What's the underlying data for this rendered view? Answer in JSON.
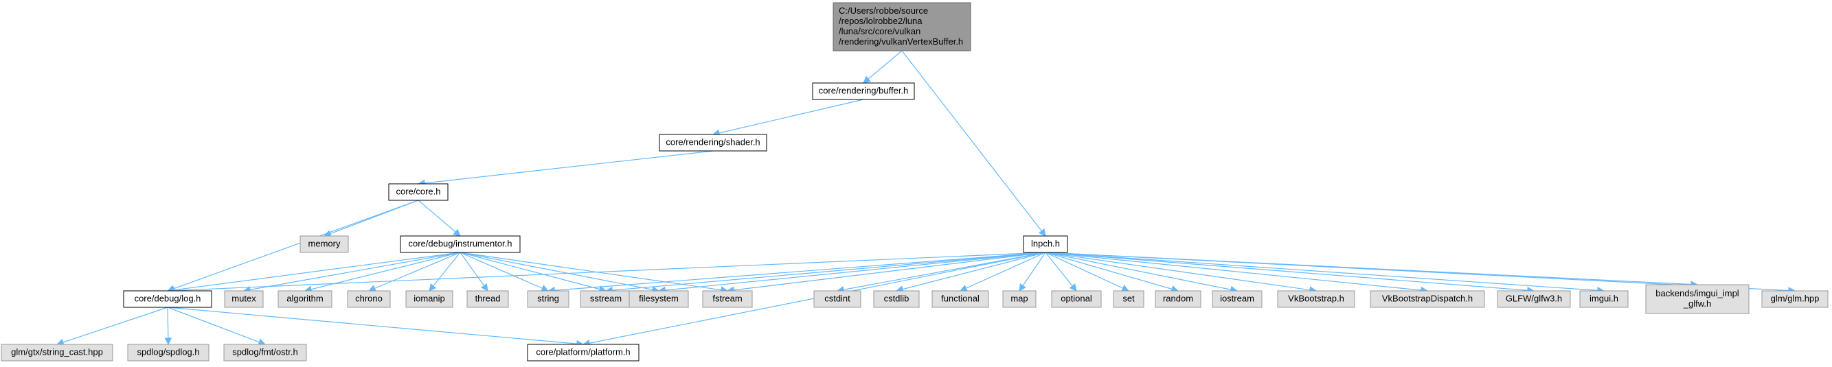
{
  "nodes": [
    {
      "id": "root",
      "kind": "root",
      "lines": [
        "C:/Users/robbe/source",
        "/repos/lolrobbe2/luna",
        "/luna/src/core/vulkan",
        "/rendering/vulkanVertexBuffer.h"
      ]
    },
    {
      "id": "buffer",
      "kind": "doc",
      "lines": [
        "core/rendering/buffer.h"
      ]
    },
    {
      "id": "shader",
      "kind": "doc",
      "lines": [
        "core/rendering/shader.h"
      ]
    },
    {
      "id": "core",
      "kind": "doc",
      "lines": [
        "core/core.h"
      ]
    },
    {
      "id": "memory",
      "kind": "ext",
      "lines": [
        "memory"
      ]
    },
    {
      "id": "instrumentor",
      "kind": "doc",
      "lines": [
        "core/debug/instrumentor.h"
      ]
    },
    {
      "id": "log",
      "kind": "doc",
      "lines": [
        "core/debug/log.h"
      ]
    },
    {
      "id": "lnpch",
      "kind": "doc",
      "lines": [
        "lnpch.h"
      ]
    },
    {
      "id": "mutex",
      "kind": "ext",
      "lines": [
        "mutex"
      ]
    },
    {
      "id": "algorithm",
      "kind": "ext",
      "lines": [
        "algorithm"
      ]
    },
    {
      "id": "chrono",
      "kind": "ext",
      "lines": [
        "chrono"
      ]
    },
    {
      "id": "iomanip",
      "kind": "ext",
      "lines": [
        "iomanip"
      ]
    },
    {
      "id": "thread",
      "kind": "ext",
      "lines": [
        "thread"
      ]
    },
    {
      "id": "string",
      "kind": "ext",
      "lines": [
        "string"
      ]
    },
    {
      "id": "sstream",
      "kind": "ext",
      "lines": [
        "sstream"
      ]
    },
    {
      "id": "filesystem",
      "kind": "ext",
      "lines": [
        "filesystem"
      ]
    },
    {
      "id": "fstream",
      "kind": "ext",
      "lines": [
        "fstream"
      ]
    },
    {
      "id": "cstdint",
      "kind": "ext",
      "lines": [
        "cstdint"
      ]
    },
    {
      "id": "cstdlib",
      "kind": "ext",
      "lines": [
        "cstdlib"
      ]
    },
    {
      "id": "functional",
      "kind": "ext",
      "lines": [
        "functional"
      ]
    },
    {
      "id": "map",
      "kind": "ext",
      "lines": [
        "map"
      ]
    },
    {
      "id": "optional",
      "kind": "ext",
      "lines": [
        "optional"
      ]
    },
    {
      "id": "set",
      "kind": "ext",
      "lines": [
        "set"
      ]
    },
    {
      "id": "random",
      "kind": "ext",
      "lines": [
        "random"
      ]
    },
    {
      "id": "iostream",
      "kind": "ext",
      "lines": [
        "iostream"
      ]
    },
    {
      "id": "vkbootstrap",
      "kind": "ext",
      "lines": [
        "VkBootstrap.h"
      ]
    },
    {
      "id": "vkbootstrapdispatch",
      "kind": "ext",
      "lines": [
        "VkBootstrapDispatch.h"
      ]
    },
    {
      "id": "glfw",
      "kind": "ext",
      "lines": [
        "GLFW/glfw3.h"
      ]
    },
    {
      "id": "imgui",
      "kind": "ext",
      "lines": [
        "imgui.h"
      ]
    },
    {
      "id": "imguiglfw",
      "kind": "ext",
      "lines": [
        "backends/imgui_impl",
        "_glfw.h"
      ]
    },
    {
      "id": "glm",
      "kind": "ext",
      "lines": [
        "glm/glm.hpp"
      ]
    },
    {
      "id": "stringcast",
      "kind": "ext",
      "lines": [
        "glm/gtx/string_cast.hpp"
      ]
    },
    {
      "id": "spdlog",
      "kind": "ext",
      "lines": [
        "spdlog/spdlog.h"
      ]
    },
    {
      "id": "ostr",
      "kind": "ext",
      "lines": [
        "spdlog/fmt/ostr.h"
      ]
    },
    {
      "id": "platform",
      "kind": "doc",
      "lines": [
        "core/platform/platform.h"
      ]
    }
  ],
  "edges": [
    [
      "root",
      "buffer"
    ],
    [
      "root",
      "lnpch"
    ],
    [
      "buffer",
      "shader"
    ],
    [
      "shader",
      "core"
    ],
    [
      "core",
      "memory"
    ],
    [
      "core",
      "instrumentor"
    ],
    [
      "core",
      "log"
    ],
    [
      "instrumentor",
      "log"
    ],
    [
      "instrumentor",
      "mutex"
    ],
    [
      "instrumentor",
      "algorithm"
    ],
    [
      "instrumentor",
      "chrono"
    ],
    [
      "instrumentor",
      "iomanip"
    ],
    [
      "instrumentor",
      "thread"
    ],
    [
      "instrumentor",
      "string"
    ],
    [
      "instrumentor",
      "sstream"
    ],
    [
      "instrumentor",
      "filesystem"
    ],
    [
      "instrumentor",
      "fstream"
    ],
    [
      "log",
      "stringcast"
    ],
    [
      "log",
      "spdlog"
    ],
    [
      "log",
      "ostr"
    ],
    [
      "log",
      "platform"
    ],
    [
      "lnpch",
      "string"
    ],
    [
      "lnpch",
      "sstream"
    ],
    [
      "lnpch",
      "filesystem"
    ],
    [
      "lnpch",
      "fstream"
    ],
    [
      "lnpch",
      "cstdint"
    ],
    [
      "lnpch",
      "cstdlib"
    ],
    [
      "lnpch",
      "functional"
    ],
    [
      "lnpch",
      "map"
    ],
    [
      "lnpch",
      "optional"
    ],
    [
      "lnpch",
      "set"
    ],
    [
      "lnpch",
      "random"
    ],
    [
      "lnpch",
      "iostream"
    ],
    [
      "lnpch",
      "vkbootstrap"
    ],
    [
      "lnpch",
      "vkbootstrapdispatch"
    ],
    [
      "lnpch",
      "glfw"
    ],
    [
      "lnpch",
      "imgui"
    ],
    [
      "lnpch",
      "imguiglfw"
    ],
    [
      "lnpch",
      "glm"
    ],
    [
      "lnpch",
      "platform"
    ],
    [
      "lnpch",
      "log"
    ]
  ]
}
